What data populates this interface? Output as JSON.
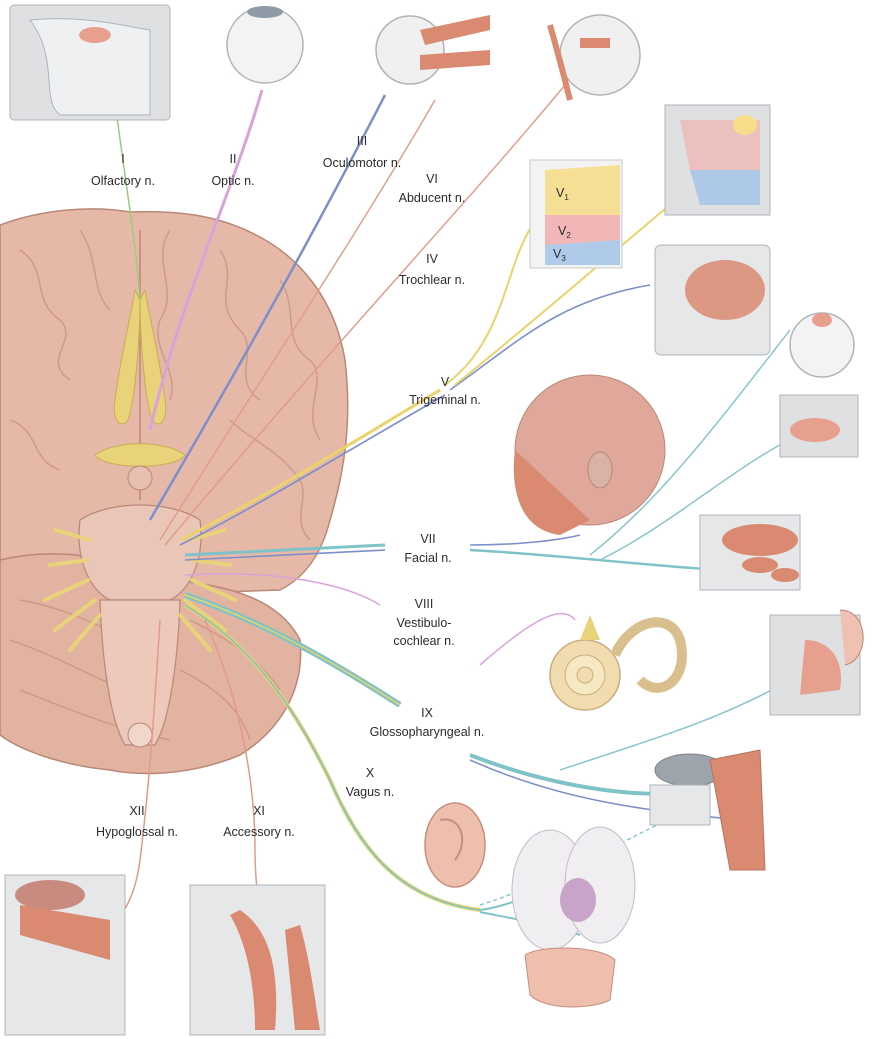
{
  "nerves": {
    "olfactory": {
      "numeral": "I",
      "name": "Olfactory n."
    },
    "optic": {
      "numeral": "II",
      "name": "Optic n."
    },
    "oculomotor": {
      "numeral": "III",
      "name": "Oculomotor n."
    },
    "abducent": {
      "numeral": "VI",
      "name": "Abducent n."
    },
    "trochlear": {
      "numeral": "IV",
      "name": "Trochlear n."
    },
    "trigeminal": {
      "numeral": "V",
      "name": "Trigeminal n."
    },
    "facial": {
      "numeral": "VII",
      "name": "Facial n."
    },
    "vestibulocochlear": {
      "numeral": "VIII",
      "name_line1": "Vestibulo-",
      "name_line2": "cochlear n."
    },
    "glossopharyngeal": {
      "numeral": "IX",
      "name": "Glossopharyngeal n."
    },
    "vagus": {
      "numeral": "X",
      "name": "Vagus n."
    },
    "hypoglossal": {
      "numeral": "XII",
      "name": "Hypoglossal n."
    },
    "accessory": {
      "numeral": "XI",
      "name": "Accessory n."
    }
  },
  "trigeminal_branches": {
    "v1": "V",
    "v1_sub": "1",
    "v2": "V",
    "v2_sub": "2",
    "v3": "V",
    "v3_sub": "3"
  },
  "colors": {
    "sensory": "#e9d36a",
    "motor": "#7d8fc9",
    "parasympathetic": "#7fc3c9",
    "special_sense": "#d9a3d9",
    "olfactory_line": "#9ccc7a",
    "brain": "#e2b3a3",
    "muscle": "#d98a70",
    "bone": "#dfe0e2"
  }
}
